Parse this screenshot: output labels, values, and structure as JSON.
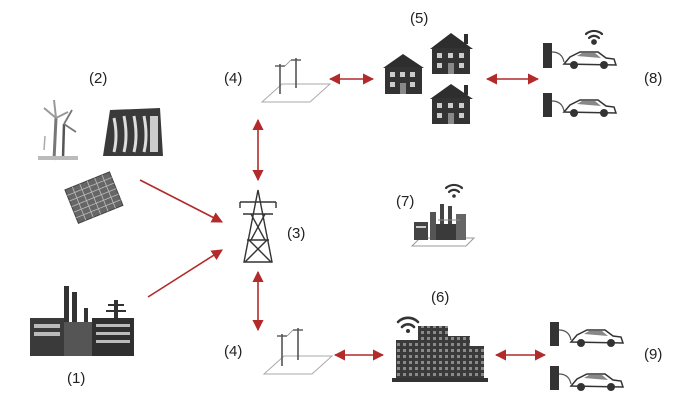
{
  "labels": {
    "generation_plant": "(1)",
    "renewables": "(2)",
    "transmission_tower": "(3)",
    "substation_top": "(4)",
    "substation_bottom": "(4)",
    "homes": "(5)",
    "industry": "(7)",
    "office_building": "(6)",
    "evs_top": "(8)",
    "evs_bottom": "(9)"
  },
  "colors": {
    "arrow": "#b22a2a",
    "icon_dark": "#333333",
    "icon_mid": "#777777",
    "icon_light": "#bbbbbb"
  },
  "icons": {
    "renewables": [
      "wind-turbine-icon",
      "hydro-dam-icon",
      "solar-panel-icon"
    ],
    "generation_plant": "power-plant-icon",
    "transmission_tower": "pylon-icon",
    "substation": "distribution-pole-icon",
    "homes": "house-icon",
    "industry": "factory-wifi-icon",
    "office_building": "office-building-wifi-icon",
    "ev": "electric-car-icon",
    "charger": "charging-station-icon"
  }
}
